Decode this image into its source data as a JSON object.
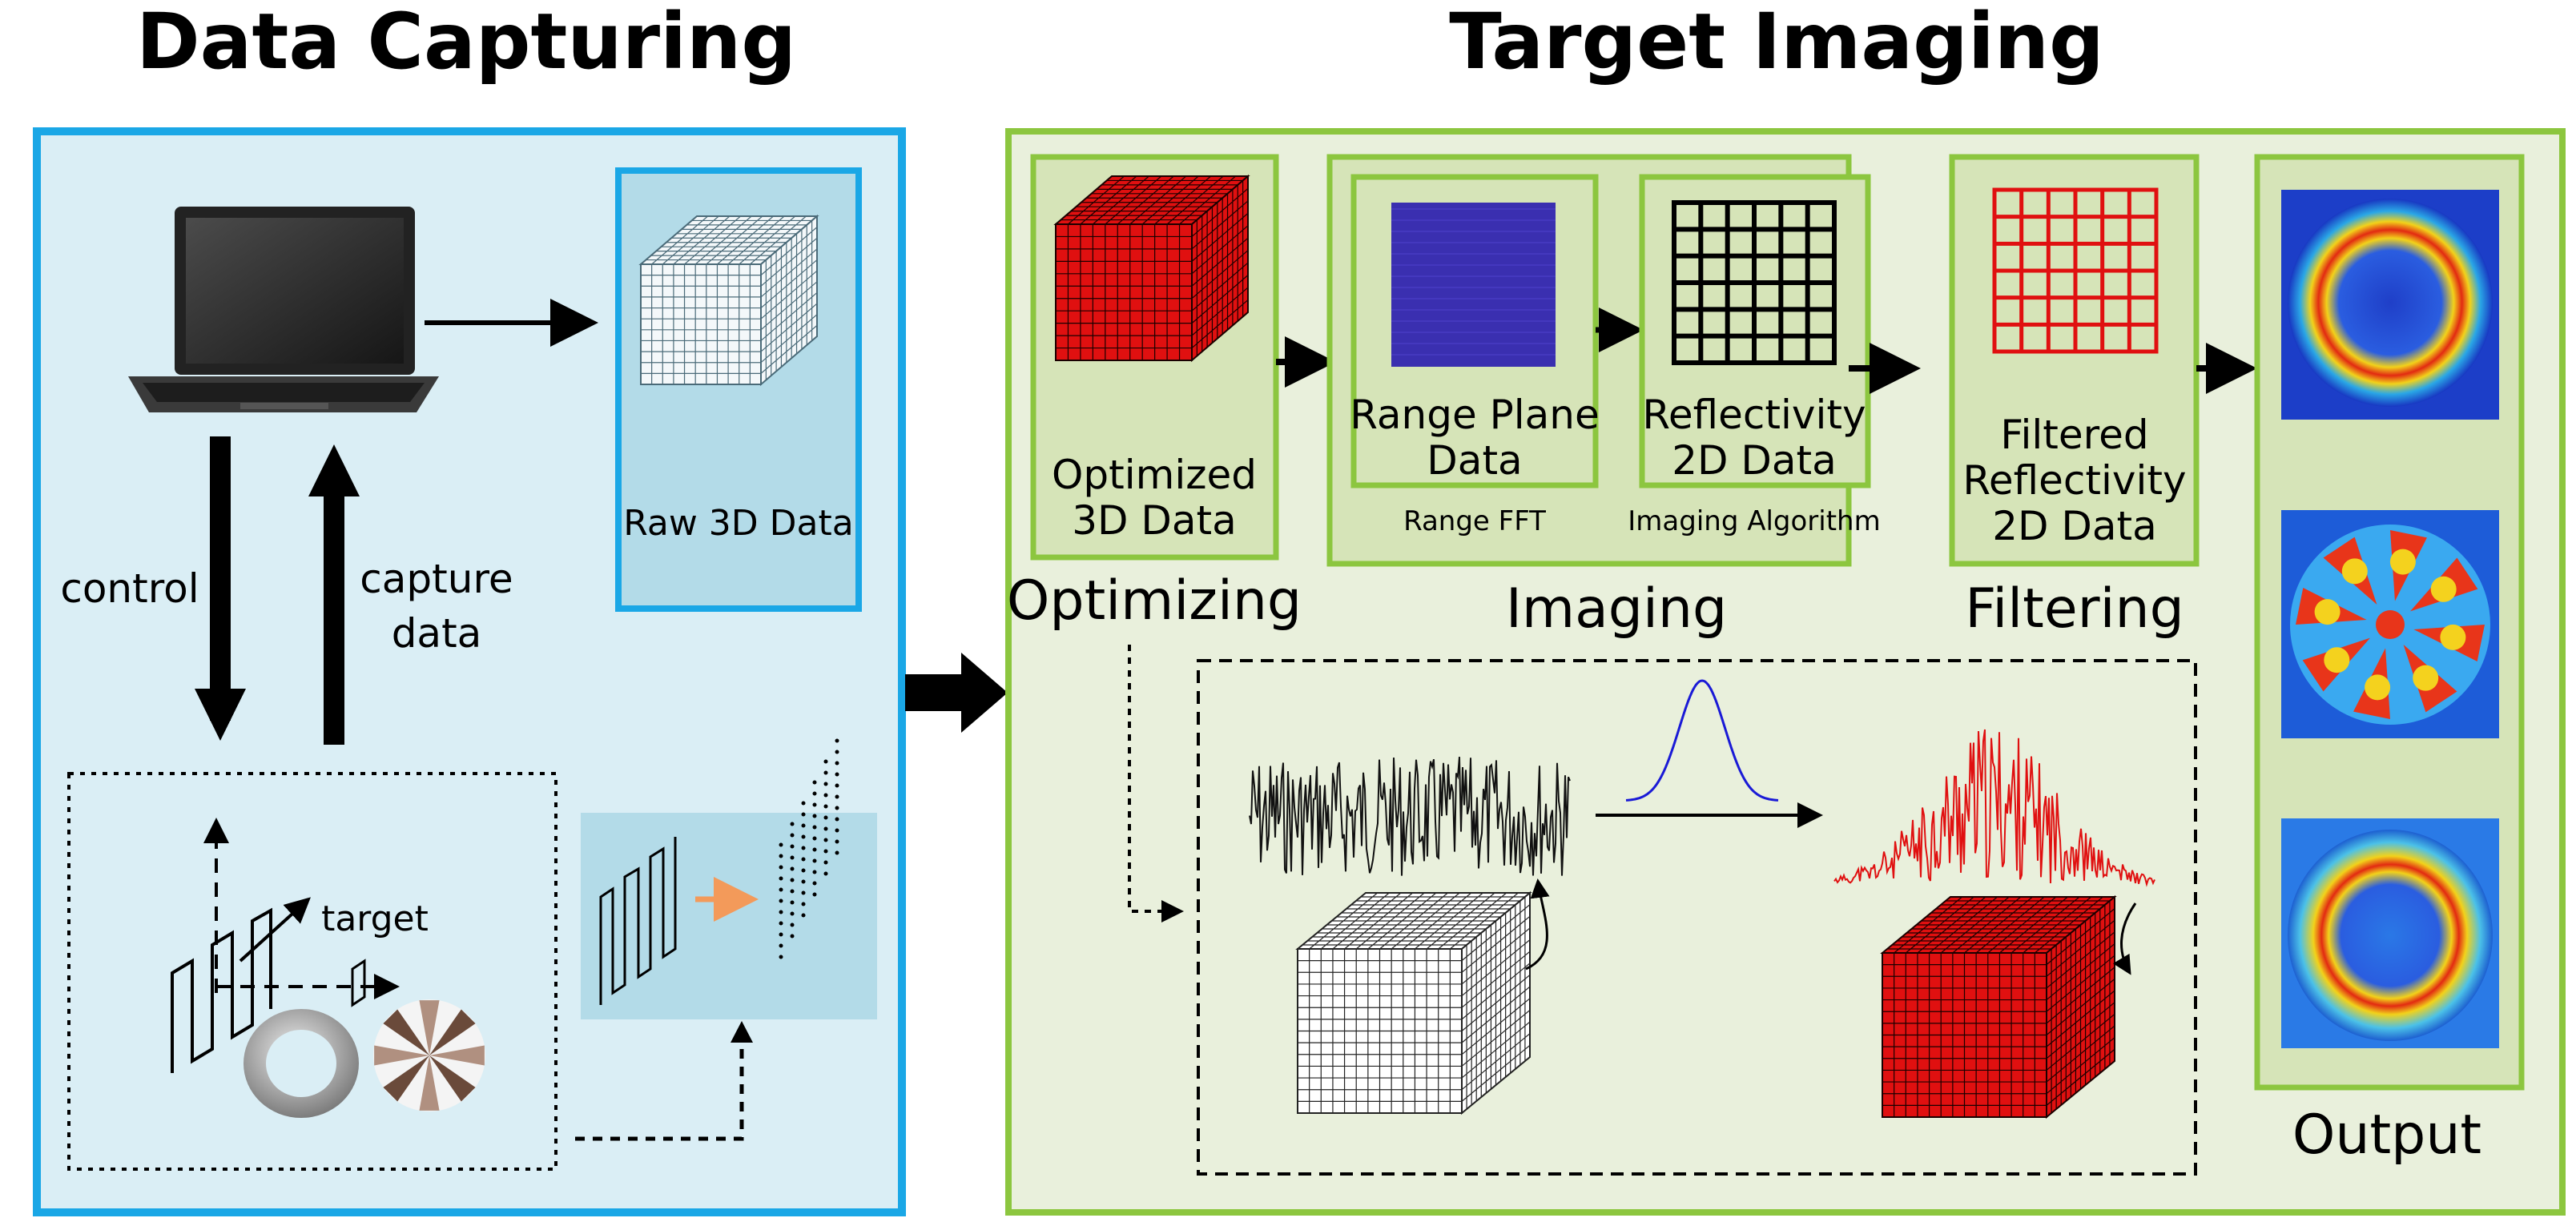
{
  "titles": {
    "data_capturing": "Data Capturing",
    "target_imaging": "Target Imaging"
  },
  "capture_panel": {
    "raw_3d_label": "Raw 3D Data",
    "control_label": "control",
    "capture_label_line1": "capture",
    "capture_label_line2": "data",
    "target_label": "target"
  },
  "imaging_panel": {
    "optimized_line1": "Optimized",
    "optimized_line2": "3D Data",
    "range_plane_line1": "Range Plane",
    "range_plane_line2": "Data",
    "range_fft": "Range FFT",
    "reflectivity_line1": "Reflectivity",
    "reflectivity_line2": "2D Data",
    "imaging_algorithm": "Imaging Algorithm",
    "filtered_line1": "Filtered",
    "filtered_line2": "Reflectivity",
    "filtered_line3": "2D Data",
    "stage_optimizing": "Optimizing",
    "stage_imaging": "Imaging",
    "stage_filtering": "Filtering",
    "stage_output": "Output"
  },
  "colors": {
    "capture_border": "#1aa7e6",
    "capture_fill": "#daeef5",
    "raw_box_fill": "#b3dbe8",
    "imaging_border": "#8cc63f",
    "imaging_fill": "#e9f0dc",
    "inner_box_fill": "#d6e4b8",
    "red_cube": "#e01010",
    "range_blue": "#3a2fb0"
  }
}
